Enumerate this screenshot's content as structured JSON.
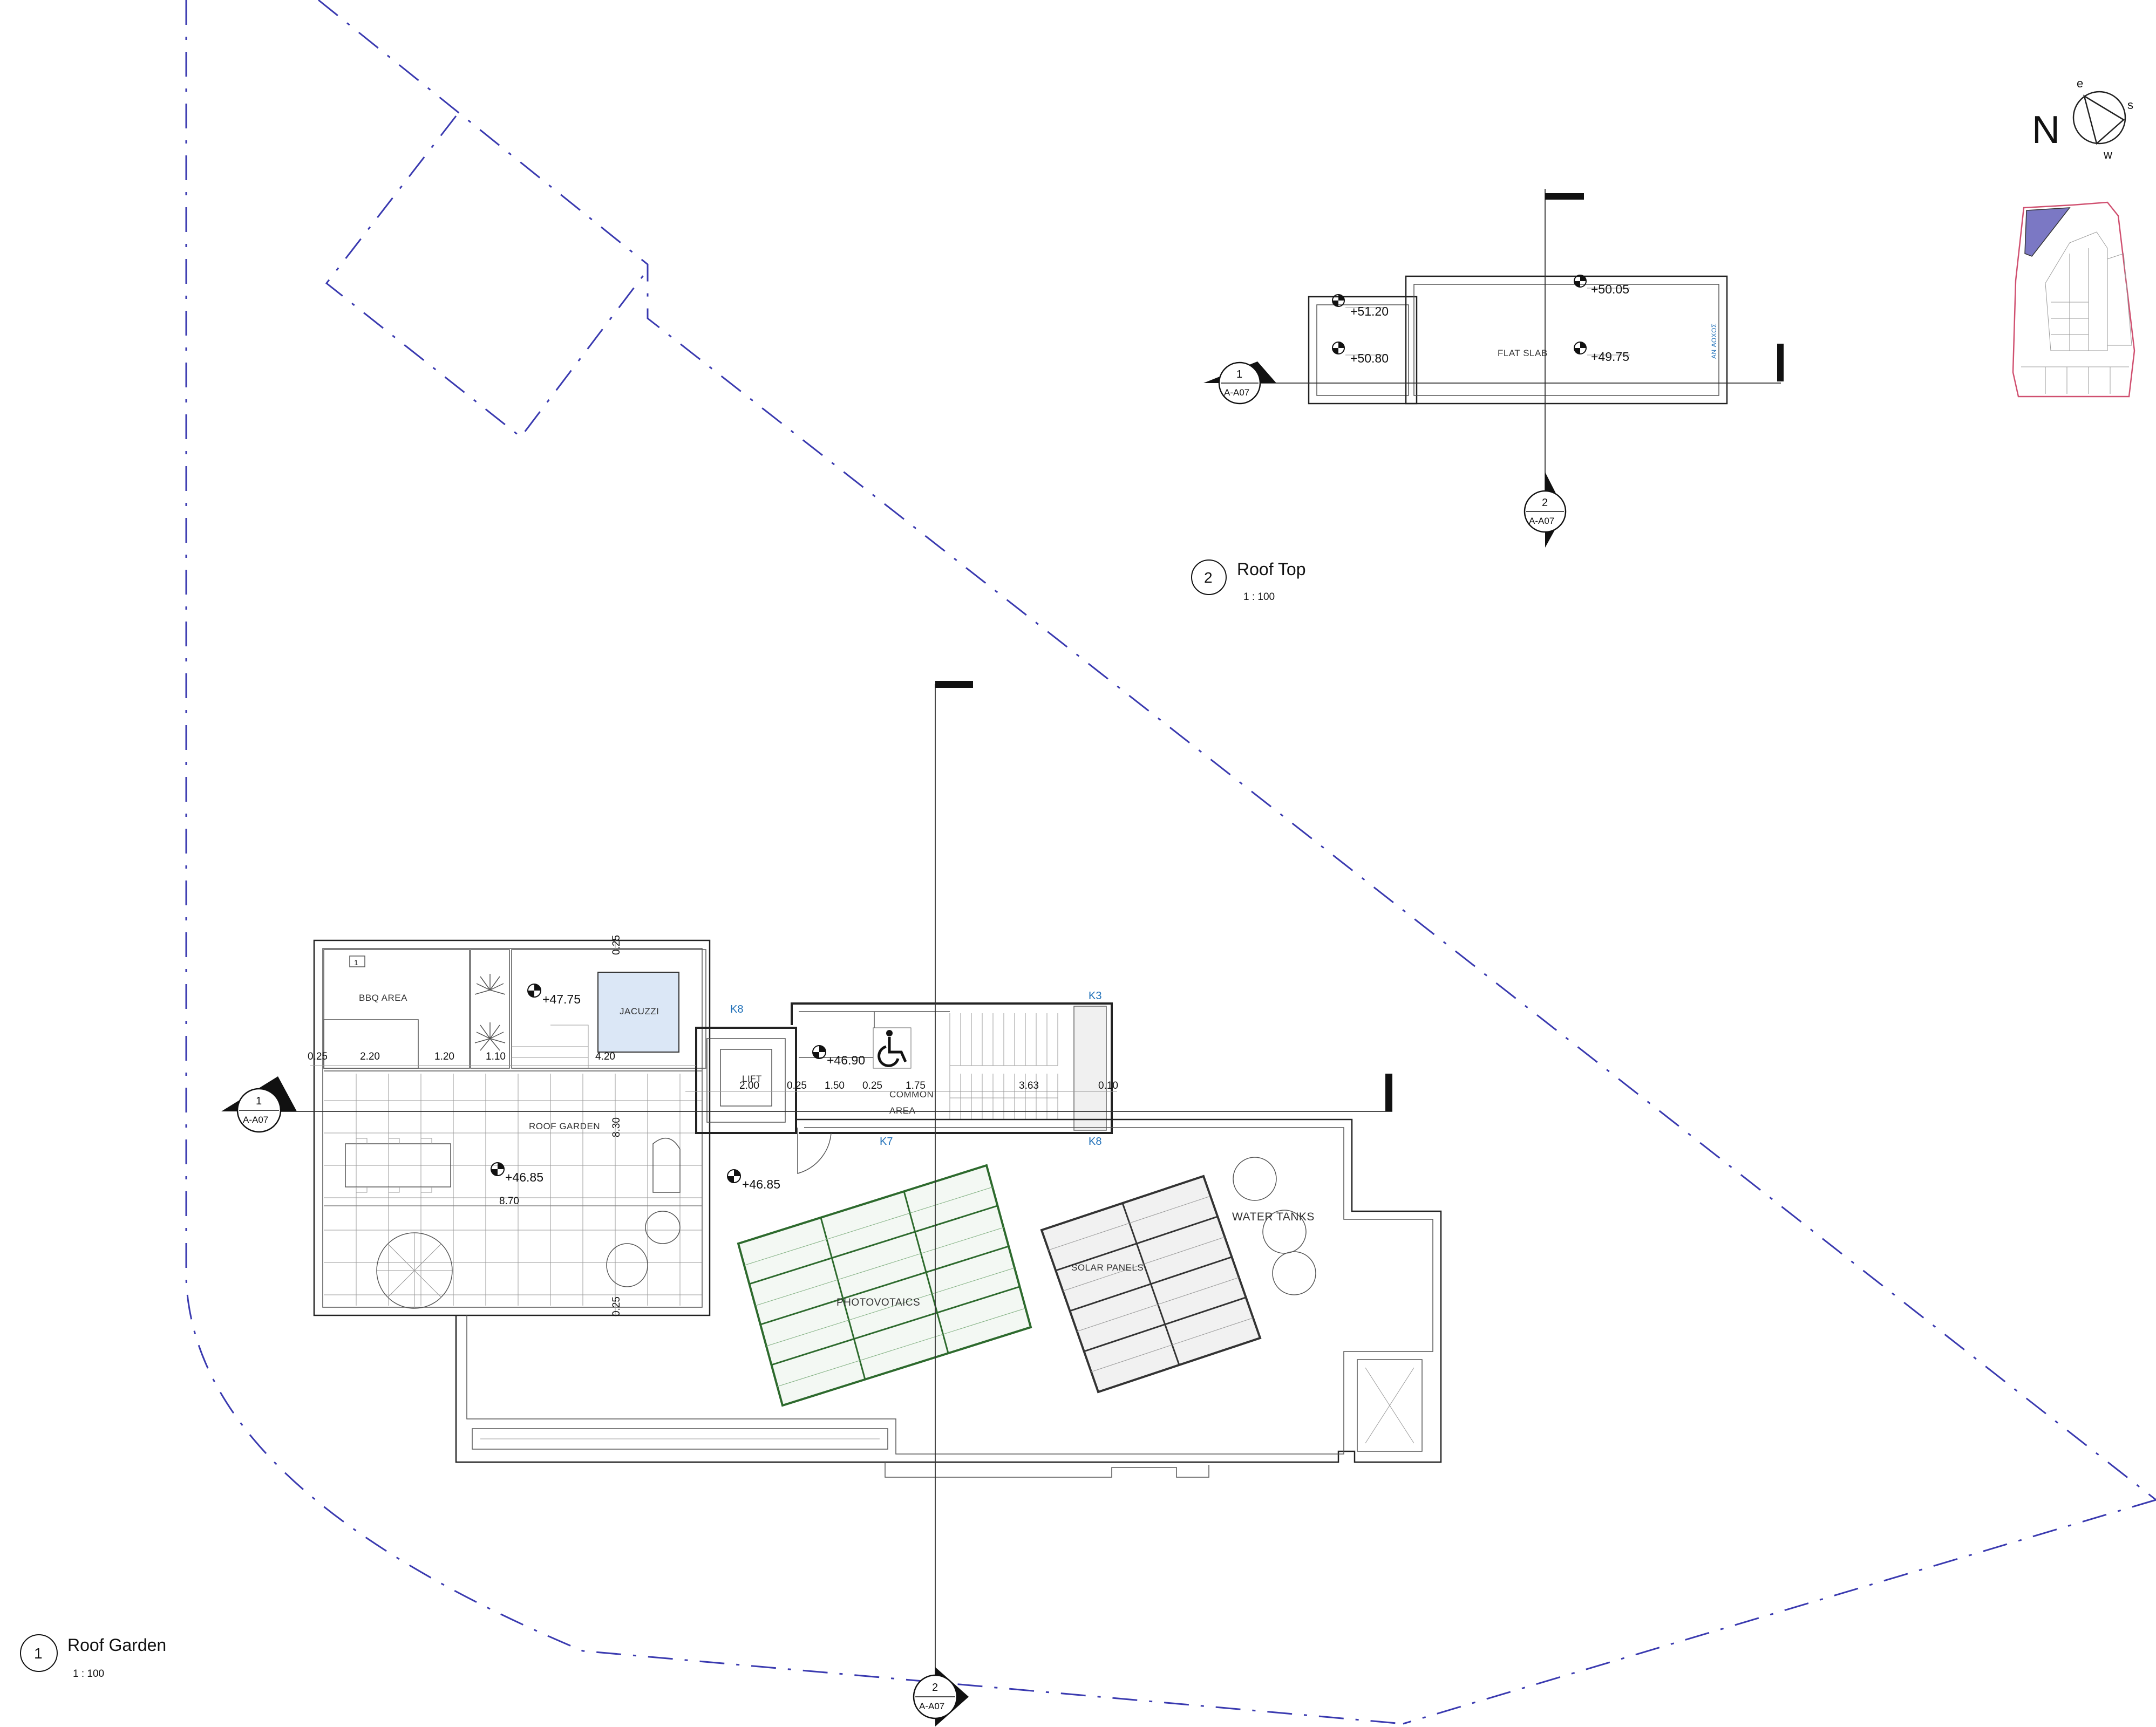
{
  "views": {
    "roof_garden": {
      "number": "1",
      "title": "Roof Garden",
      "scale": "1 : 100"
    },
    "roof_top": {
      "number": "2",
      "title": "Roof Top",
      "scale": "1 : 100"
    }
  },
  "section_markers": [
    {
      "id": "roof-top-section-1",
      "number": "1",
      "sheet": "A-A07"
    },
    {
      "id": "roof-top-section-2",
      "number": "2",
      "sheet": "A-A07"
    },
    {
      "id": "roof-garden-section-1",
      "number": "1",
      "sheet": "A-A07"
    },
    {
      "id": "roof-garden-section-2",
      "number": "2",
      "sheet": "A-A07"
    }
  ],
  "north_arrow": {
    "letter": "N",
    "e": "e",
    "s": "s",
    "w": "w"
  },
  "roof_top": {
    "label_flat_slab": "FLAT SLAB",
    "label_vertical": "AN ΑΟΧΟΣ",
    "levels": [
      "+51.20",
      "+50.80",
      "+50.05",
      "+49.75"
    ]
  },
  "roof_garden": {
    "rooms": {
      "bbq": "BBQ AREA",
      "jacuzzi": "JACUZZI",
      "roof_garden": "ROOF GARDEN",
      "lift": "LIFT",
      "common_area_1": "COMMON",
      "common_area_2": "AREA",
      "photovoltaics": "PHOTOVOTAICS",
      "solar_panels": "SOLAR PANELS",
      "water_tanks": "WATER TANKS"
    },
    "levels": [
      "+47.75",
      "+46.90",
      "+46.85",
      "+46.85"
    ],
    "dimensions": {
      "d_025_a": "0.25",
      "d_220": "2.20",
      "d_120": "1.20",
      "d_110": "1.10",
      "d_420": "4.20",
      "d_200": "2.00",
      "d_025_b": "0.25",
      "d_150": "1.50",
      "d_025_c": "0.25",
      "d_175": "1.75",
      "d_363": "3.63",
      "d_010": "0.10",
      "d_830": "8.30",
      "d_870": "8.70",
      "d_025_top": "0.25",
      "d_025_bottom": "0.25"
    },
    "column_tags": [
      "K8",
      "K3",
      "K7",
      "K8"
    ],
    "bbq_icon": "1"
  },
  "colors": {
    "site_boundary": "#3a3ab0",
    "photovoltaics": "#2d6a2d",
    "jacuzzi_fill": "#dbe7f6",
    "column_tag": "#1e6fb8",
    "key_plan_highlight": "#7b78c4"
  }
}
